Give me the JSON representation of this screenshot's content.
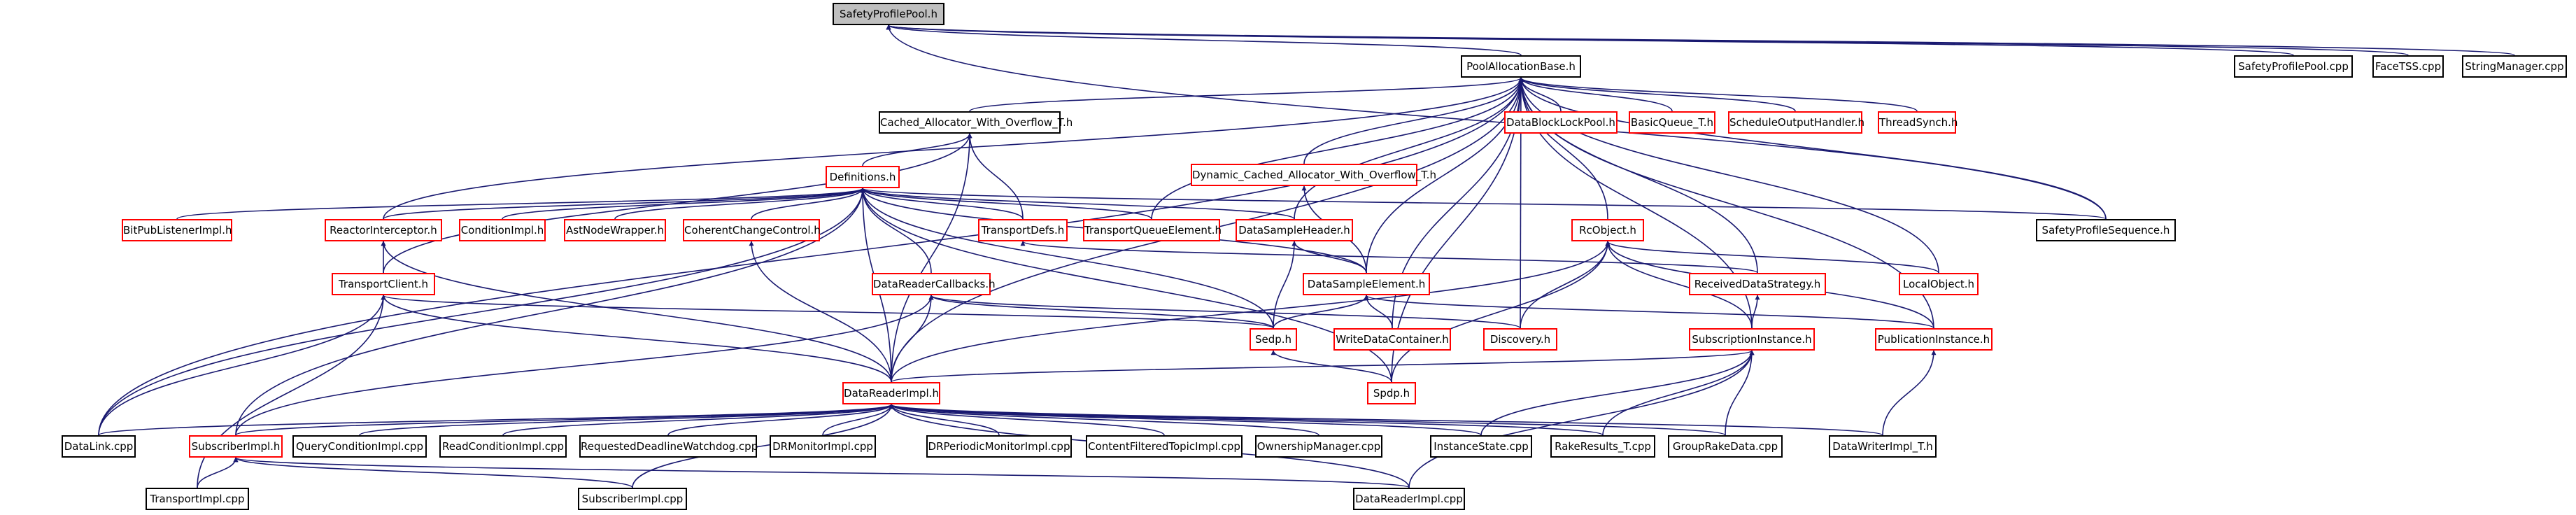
{
  "diagram": {
    "colors": {
      "edge": "#191970",
      "node_border": "#000000",
      "node_border_red": "#ff0000",
      "root_fill": "#bfbfbf"
    },
    "nodes": {
      "spp_h": "SafetyProfilePool.h",
      "pab_h": "PoolAllocationBase.h",
      "spp_cpp": "SafetyProfilePool.cpp",
      "facetss": "FaceTSS.cpp",
      "strmgr": "StringManager.cpp",
      "cached": "Cached_Allocator_With_Overflow_T.h",
      "dblp": "DataBlockLockPool.h",
      "bq": "BasicQueue_T.h",
      "soh": "ScheduleOutputHandler.h",
      "ts": "ThreadSynch.h",
      "dyn": "Dynamic_Cached_Allocator_With_Overflow_T.h",
      "defs": "Definitions.h",
      "bpl": "BitPubListenerImpl.h",
      "ri": "ReactorInterceptor.h",
      "ci": "ConditionImpl.h",
      "anw": "AstNodeWrapper.h",
      "ccc": "CoherentChangeControl.h",
      "tdefs": "TransportDefs.h",
      "tqe": "TransportQueueElement.h",
      "dsh": "DataSampleHeader.h",
      "rco": "RcObject.h",
      "sps": "SafetyProfileSequence.h",
      "tc": "TransportClient.h",
      "drc": "DataReaderCallbacks.h",
      "dse": "DataSampleElement.h",
      "rds": "ReceivedDataStrategy.h",
      "lo": "LocalObject.h",
      "sedp": "Sedp.h",
      "wdc": "WriteDataContainer.h",
      "disc": "Discovery.h",
      "si": "SubscriptionInstance.h",
      "pi": "PublicationInstance.h",
      "spdp": "Spdp.h",
      "dri_h": "DataReaderImpl.h",
      "dl": "DataLink.cpp",
      "subi_h": "SubscriberImpl.h",
      "qci": "QueryConditionImpl.cpp",
      "rci": "ReadConditionImpl.cpp",
      "rdw": "RequestedDeadlineWatchdog.cpp",
      "drm": "DRMonitorImpl.cpp",
      "drpm": "DRPeriodicMonitorImpl.cpp",
      "cft": "ContentFilteredTopicImpl.cpp",
      "om": "OwnershipManager.cpp",
      "inst": "InstanceState.cpp",
      "rake": "RakeResults_T.cpp",
      "grd": "GroupRakeData.cpp",
      "dwi": "DataWriterImpl_T.h",
      "tpi": "TransportImpl.cpp",
      "subi_cpp": "SubscriberImpl.cpp",
      "dri_cpp": "DataReaderImpl.cpp"
    }
  }
}
